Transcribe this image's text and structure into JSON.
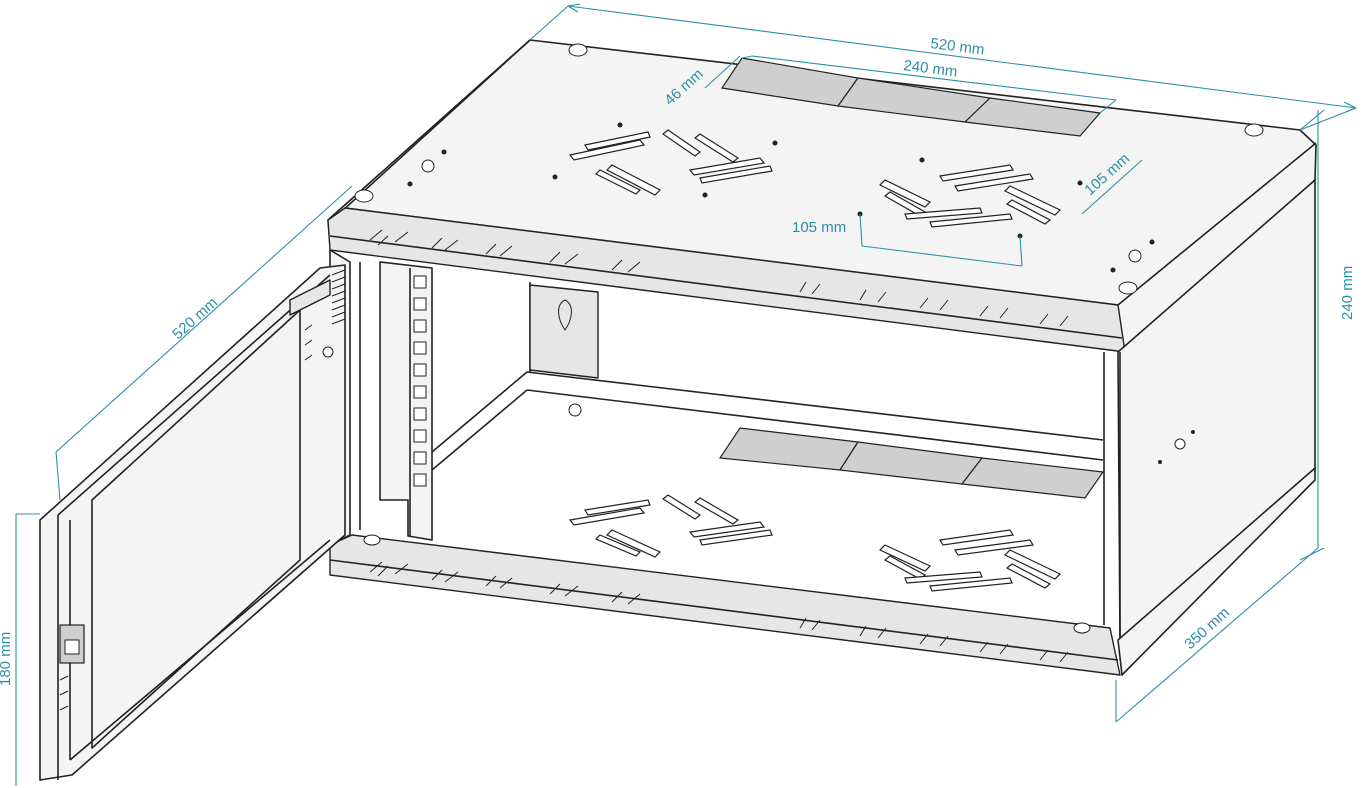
{
  "diagram": {
    "colors": {
      "dimension": "#2b8fa6",
      "outline": "#222222"
    },
    "dimensions": {
      "top_depth": "520 mm",
      "top_panel_width": "240 mm",
      "top_panel_depth": "46 mm",
      "fan_spacing_x": "105 mm",
      "fan_spacing_y": "105 mm",
      "side_depth": "520 mm",
      "height": "240 mm",
      "door_height": "180 mm",
      "bottom_depth": "350 mm"
    }
  }
}
